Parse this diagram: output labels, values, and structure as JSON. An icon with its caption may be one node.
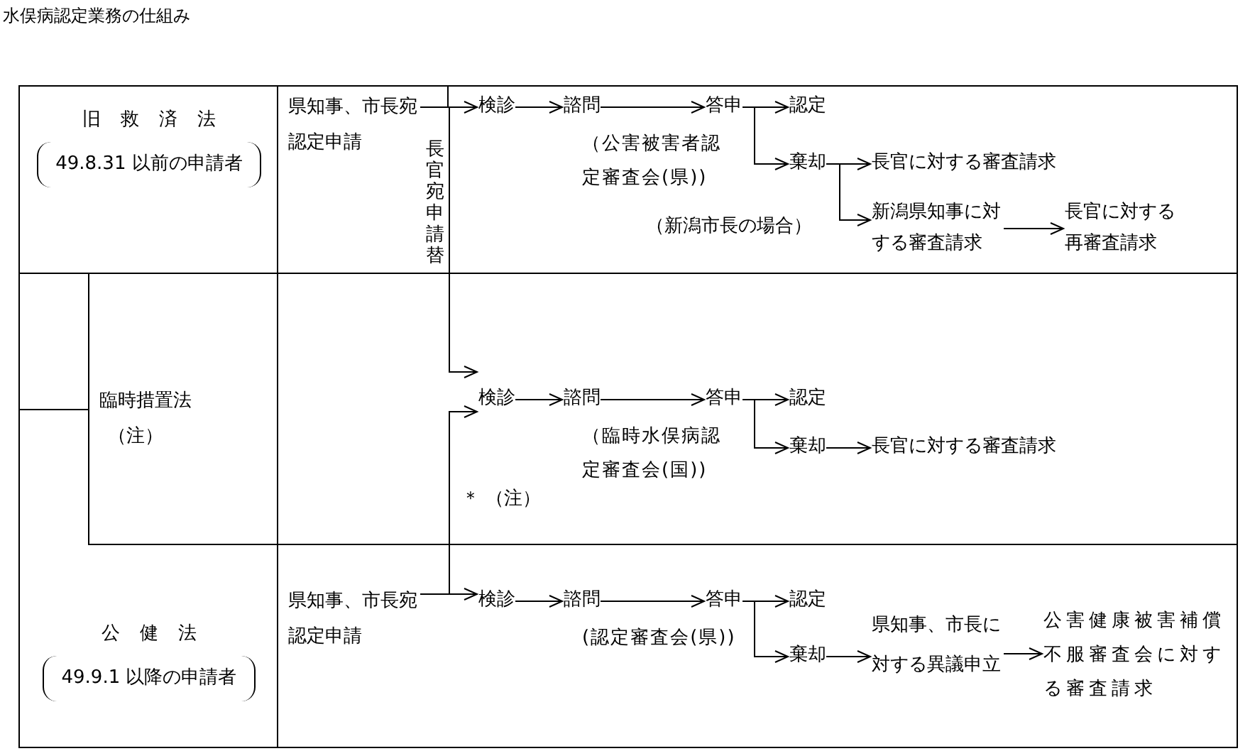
{
  "diagram": {
    "title": "水俣病認定業務の仕組み",
    "nodes": [
      {
        "text": [
          "旧救済法",
          "49.8.31 以前の申請者"
        ]
      },
      {
        "text": [
          "県知事、市長宛認定申請"
        ]
      },
      {
        "text": [
          "検診"
        ]
      },
      {
        "text": [
          "諮問"
        ],
        "beside": [
          "（公害被害者認定審査会(県))"
        ]
      },
      {
        "text": [
          "答申"
        ]
      },
      {
        "text": [
          "認定"
        ]
      },
      {
        "text": [
          "棄却"
        ]
      },
      {
        "text": [
          "長官に対する審査請求"
        ]
      },
      {
        "text": [
          "新潟県知事に対する審査請求"
        ]
      },
      {
        "text": [
          "長官に対する再審査請求"
        ]
      },
      {
        "text": [
          "臨時措置法",
          "（注）"
        ]
      },
      {
        "text": [
          "検診"
        ]
      },
      {
        "text": [
          "諮問"
        ],
        "beside": [
          "（臨時水俣病認定審査会(国))"
        ]
      },
      {
        "text": [
          "答申"
        ]
      },
      {
        "text": [
          "認定"
        ]
      },
      {
        "text": [
          "棄却"
        ]
      },
      {
        "text": [
          "長官に対する審査請求"
        ]
      },
      {
        "text": [
          "公健法",
          "49.9.1 以降の申請者"
        ]
      },
      {
        "text": [
          "県知事、市長宛認定申請"
        ]
      },
      {
        "text": [
          "検診"
        ]
      },
      {
        "text": [
          "諮問"
        ],
        "beside": [
          "(認定審査会(県))"
        ]
      },
      {
        "text": [
          "答申"
        ]
      },
      {
        "text": [
          "認定"
        ]
      },
      {
        "text": [
          "棄却"
        ]
      },
      {
        "text": [
          "県知事、市長に対する異議申立"
        ]
      },
      {
        "text": [
          "公害健康被害補償不服審査会に対する審査請求"
        ]
      }
    ],
    "edges": [
      {
        "from": 1,
        "to": 2,
        "arrow": "to"
      },
      {
        "from": 2,
        "to": 3,
        "arrow": "to"
      },
      {
        "from": 3,
        "to": 4,
        "arrow": "to"
      },
      {
        "from": 4,
        "to": 5,
        "arrow": "to"
      },
      {
        "from": 4,
        "to": 6,
        "arrow": "to"
      },
      {
        "from": 6,
        "to": 7,
        "arrow": "to"
      },
      {
        "from": 6,
        "to": 8,
        "arrow": "to"
      },
      {
        "from": 8,
        "to": 9,
        "arrow": "to"
      },
      {
        "from": 1,
        "to": 11,
        "arrow": "to",
        "label": "長官宛申請替"
      },
      {
        "from": 11,
        "to": 12,
        "arrow": "to"
      },
      {
        "from": 12,
        "to": 13,
        "arrow": "to"
      },
      {
        "from": 13,
        "to": 14,
        "arrow": "to"
      },
      {
        "from": 13,
        "to": 15,
        "arrow": "to"
      },
      {
        "from": 15,
        "to": 16,
        "arrow": "to"
      },
      {
        "from": 18,
        "to": 11,
        "arrow": "to"
      },
      {
        "from": 18,
        "to": 19,
        "arrow": "to"
      },
      {
        "from": 19,
        "to": 20,
        "arrow": "to"
      },
      {
        "from": 20,
        "to": 21,
        "arrow": "to"
      },
      {
        "from": 21,
        "to": 22,
        "arrow": "to"
      },
      {
        "from": 21,
        "to": 23,
        "arrow": "to"
      },
      {
        "from": 23,
        "to": 24,
        "arrow": "to"
      },
      {
        "from": 24,
        "to": 25,
        "arrow": "to"
      }
    ],
    "labels": [
      "（新潟市長の場合）",
      "＊ （注）"
    ]
  }
}
